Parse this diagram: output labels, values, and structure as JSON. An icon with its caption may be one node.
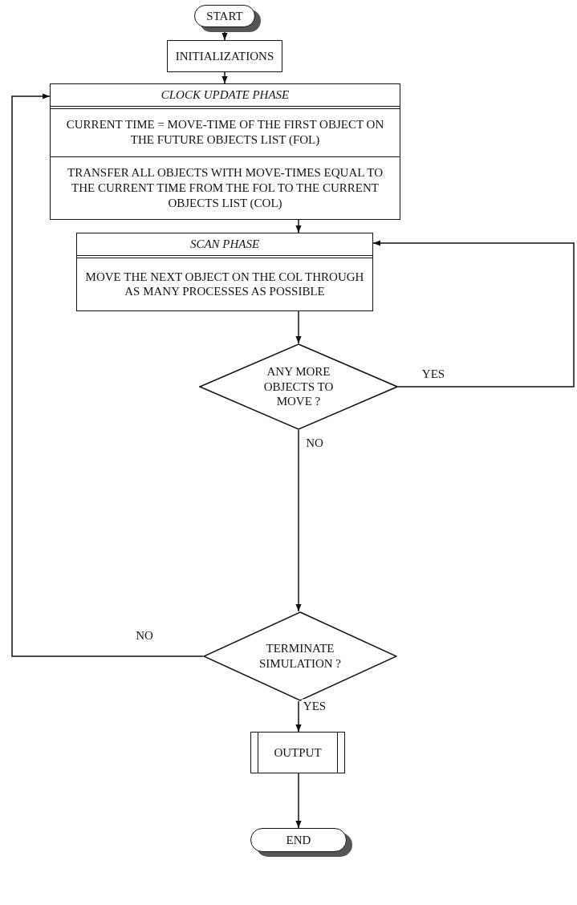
{
  "diagram": {
    "nodes": [
      {
        "text": [
          "START"
        ]
      },
      {
        "text": [
          "INITIALIZATIONS"
        ]
      },
      {
        "text": [
          "CLOCK UPDATE PHASE",
          "CURRENT TIME = MOVE-TIME OF THE FIRST OBJECT ON THE FUTURE OBJECTS LIST (FOL)",
          "TRANSFER ALL OBJECTS WITH MOVE-TIMES EQUAL TO THE CURRENT TIME FROM THE FOL TO THE CURRENT OBJECTS LIST (COL)"
        ]
      },
      {
        "text": [
          "SCAN PHASE",
          "MOVE THE NEXT OBJECT ON THE COL THROUGH AS MANY PROCESSES AS POSSIBLE"
        ]
      },
      {
        "text": [
          "ANY MORE OBJECTS TO MOVE ?"
        ]
      },
      {
        "text": [
          "TERMINATE SIMULATION ?"
        ]
      },
      {
        "text": [
          "OUTPUT"
        ]
      },
      {
        "text": [
          "END"
        ]
      }
    ],
    "edges": [
      {
        "from": 0,
        "to": 1,
        "arrow": "to"
      },
      {
        "from": 1,
        "to": 2,
        "arrow": "to"
      },
      {
        "from": 2,
        "to": 3,
        "arrow": "to"
      },
      {
        "from": 3,
        "to": 4,
        "arrow": "to"
      },
      {
        "from": 4,
        "to": 3,
        "arrow": "to",
        "label": "YES"
      },
      {
        "from": 4,
        "to": 5,
        "arrow": "to",
        "label": "NO"
      },
      {
        "from": 5,
        "to": 2,
        "arrow": "to",
        "label": "NO"
      },
      {
        "from": 5,
        "to": 6,
        "arrow": "to",
        "label": "YES"
      },
      {
        "from": 6,
        "to": 7,
        "arrow": "to"
      }
    ]
  }
}
